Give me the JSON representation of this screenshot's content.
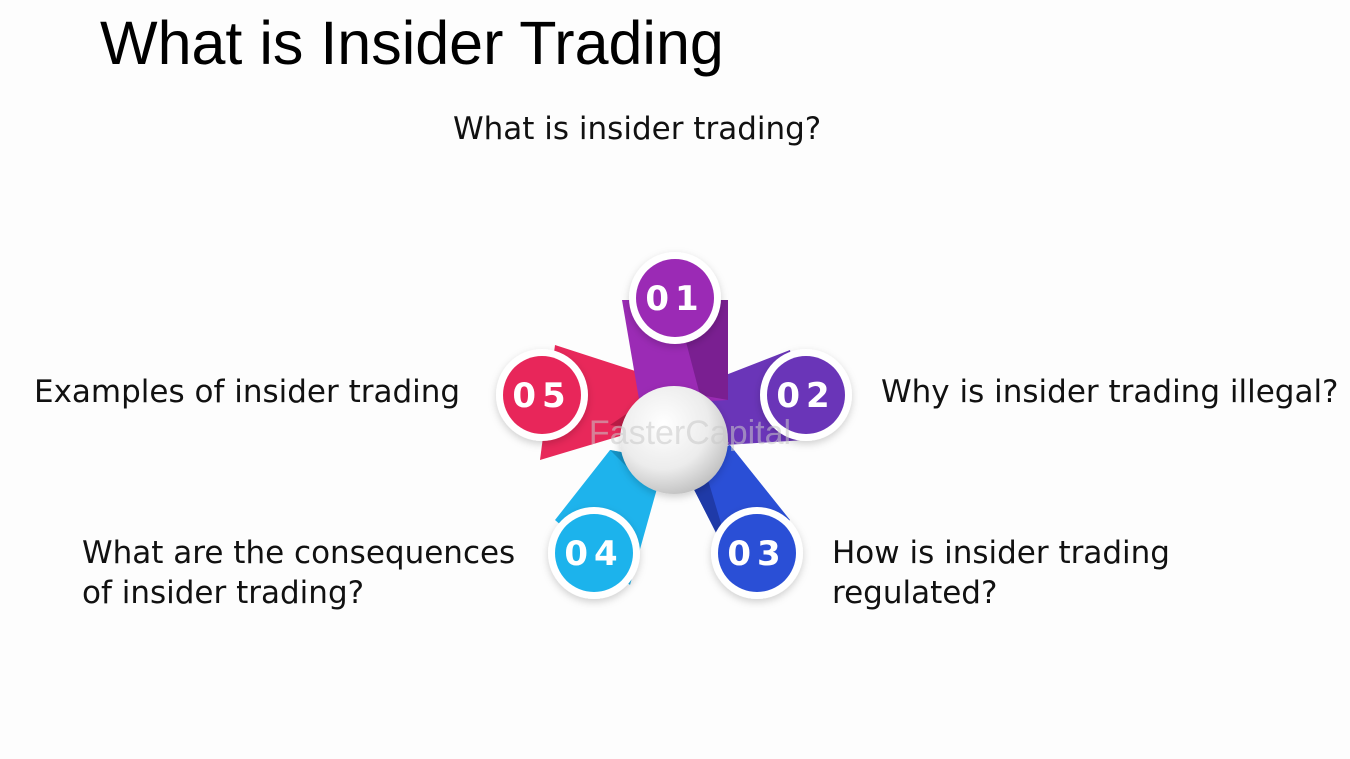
{
  "title": "What is Insider Trading",
  "watermark": "FasterCapital",
  "items": [
    {
      "number": "01",
      "color": "#9b2bb5",
      "lines": [
        "What is insider trading?"
      ]
    },
    {
      "number": "02",
      "color": "#6a35b8",
      "lines": [
        "Why is insider trading illegal?"
      ]
    },
    {
      "number": "03",
      "color": "#2a4fd6",
      "lines": [
        "How is insider trading",
        "regulated?"
      ]
    },
    {
      "number": "04",
      "color": "#1eb3ec",
      "lines": [
        "What are the consequences",
        "of insider trading?"
      ]
    },
    {
      "number": "05",
      "color": "#e8285a",
      "lines": [
        "Examples of insider trading"
      ]
    }
  ]
}
